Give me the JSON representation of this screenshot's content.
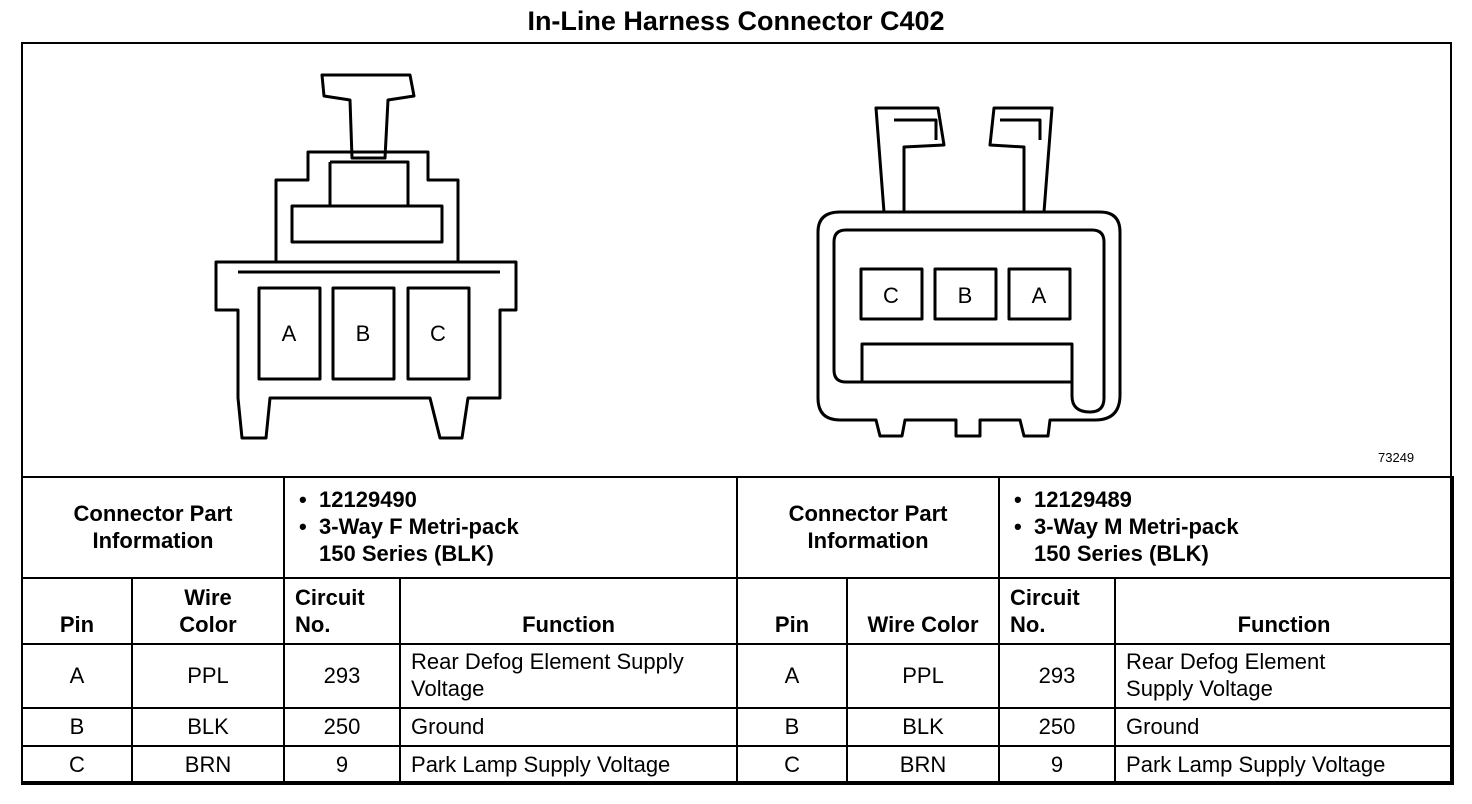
{
  "title": "In-Line Harness Connector C402",
  "figure_id": "73249",
  "connector_left": {
    "pins": [
      "A",
      "B",
      "C"
    ]
  },
  "connector_right": {
    "pins": [
      "C",
      "B",
      "A"
    ]
  },
  "part_info": [
    {
      "label": "Connector Part Information",
      "part_number": "12129490",
      "description_line1": "3-Way F Metri-pack",
      "description_line2": "150 Series (BLK)"
    },
    {
      "label": "Connector Part Information",
      "part_number": "12129489",
      "description_line1": "3-Way M Metri-pack",
      "description_line2": "150 Series (BLK)"
    }
  ],
  "headers": {
    "left": {
      "pin": "Pin",
      "wire_color_1": "Wire",
      "wire_color_2": "Color",
      "circuit_1": "Circuit",
      "circuit_2": "No.",
      "function": "Function"
    },
    "right": {
      "pin": "Pin",
      "wire_color": "Wire Color",
      "circuit_1": "Circuit",
      "circuit_2": "No.",
      "function": "Function"
    }
  },
  "rows": [
    {
      "left": {
        "pin": "A",
        "color": "PPL",
        "circuit": "293",
        "function_1": "Rear Defog Element Supply",
        "function_2": "Voltage"
      },
      "right": {
        "pin": "A",
        "color": "PPL",
        "circuit": "293",
        "function_1": "Rear Defog Element",
        "function_2": "Supply Voltage"
      }
    },
    {
      "left": {
        "pin": "B",
        "color": "BLK",
        "circuit": "250",
        "function": "Ground"
      },
      "right": {
        "pin": "B",
        "color": "BLK",
        "circuit": "250",
        "function": "Ground"
      }
    },
    {
      "left": {
        "pin": "C",
        "color": "BRN",
        "circuit": "9",
        "function": "Park Lamp Supply Voltage"
      },
      "right": {
        "pin": "C",
        "color": "BRN",
        "circuit": "9",
        "function": "Park Lamp Supply Voltage"
      }
    }
  ]
}
